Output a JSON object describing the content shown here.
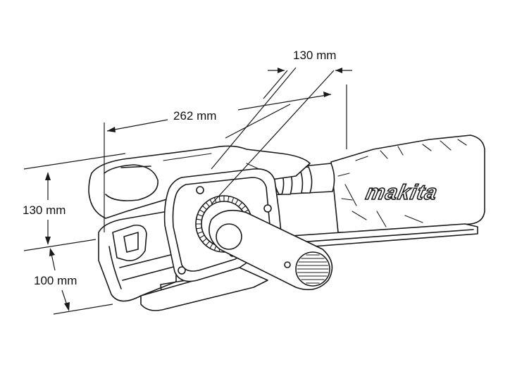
{
  "dimensions": {
    "belt_width": "130 mm",
    "length": "262 mm",
    "height": "130 mm",
    "base_height": "100 mm"
  },
  "logo": {
    "text": "makita"
  },
  "colors": {
    "line": "#1a1a1a",
    "background": "#ffffff"
  }
}
